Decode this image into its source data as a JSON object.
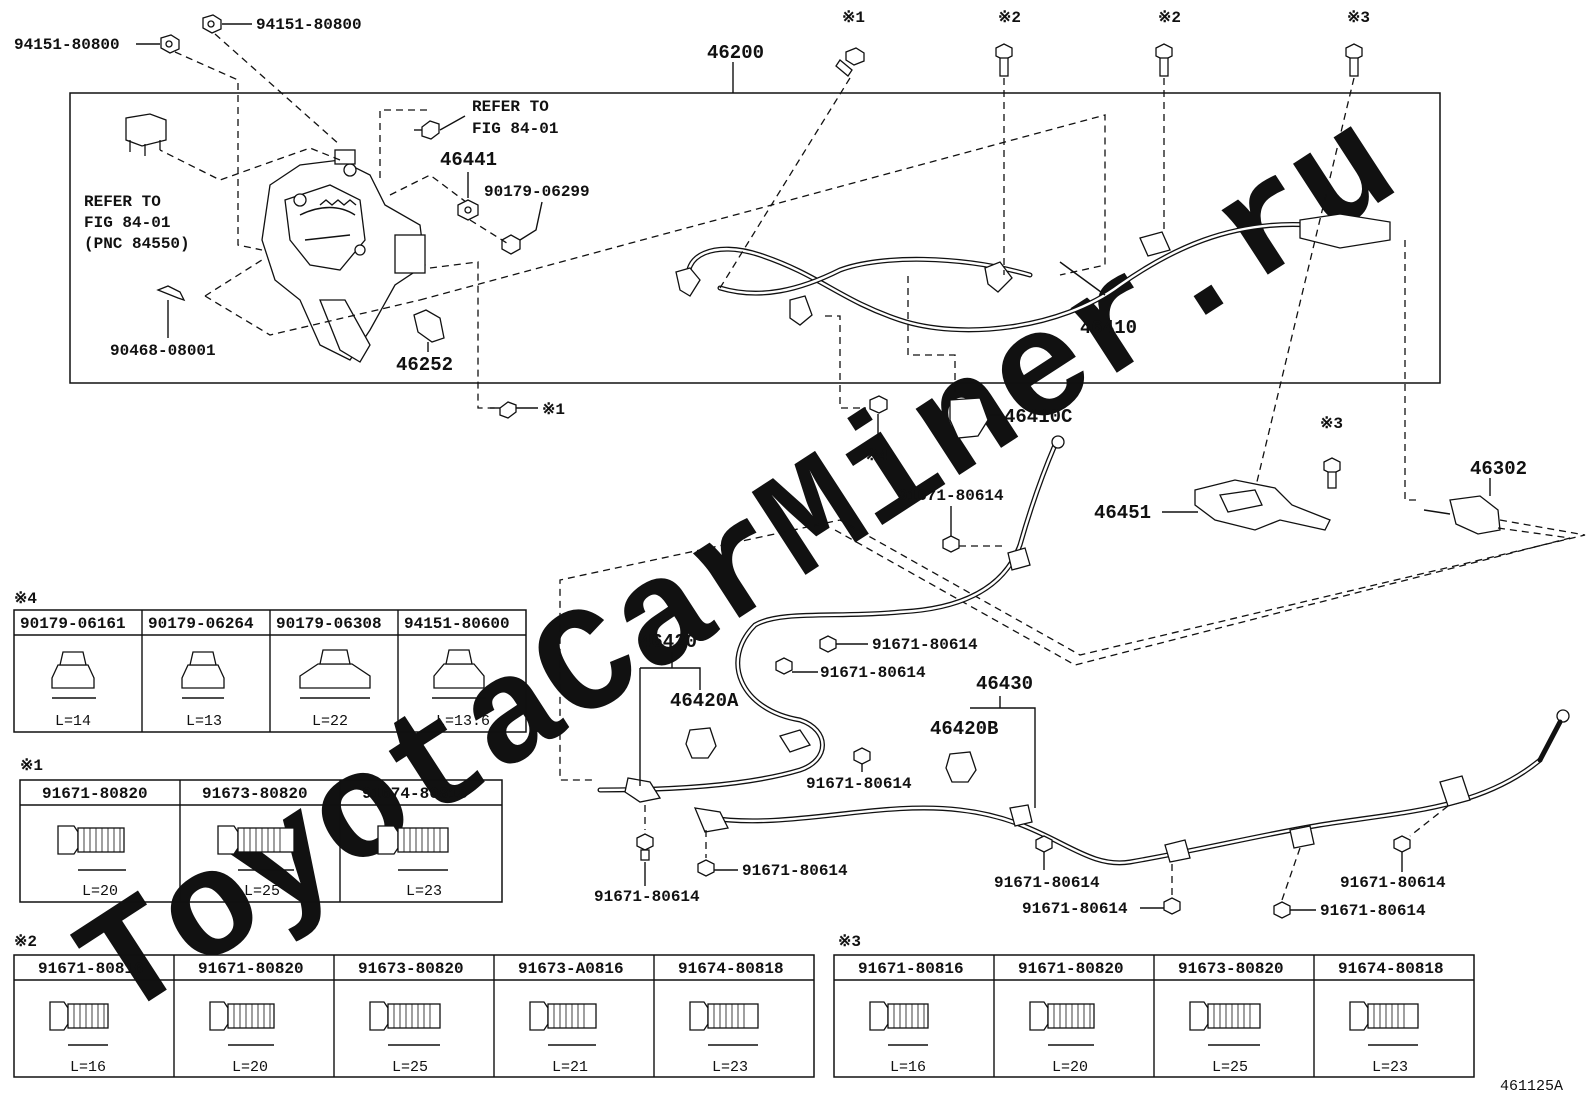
{
  "diagram_code": "461125A",
  "watermark": "ToyotaCarMiner.ru",
  "callouts": {
    "c94151_top": "94151-80800",
    "c94151_left": "94151-80800",
    "c46200": "46200",
    "refer_top_l1": "REFER TO",
    "refer_top_l2": "FIG 84-01",
    "refer_left_l1": "REFER TO",
    "refer_left_l2": "FIG 84-01",
    "refer_left_l3": "(PNC 84550)",
    "c46441": "46441",
    "c90179_06299": "90179-06299",
    "c90468": "90468-08001",
    "c46252": "46252",
    "c46410": "46410",
    "c46410c": "46410C",
    "c46302": "46302",
    "c46451": "46451",
    "c46420": "46420",
    "c46420a": "46420A",
    "c46430": "46430",
    "c46420b": "46420B",
    "m1_a": "※1",
    "m2_a": "※2",
    "m2_b": "※2",
    "m3_a": "※3",
    "m3_b": "※3",
    "m1_b": "※1",
    "m4_a": "※4",
    "b91671_a": "91671-80614",
    "b91671_b": "91671-80614",
    "b91671_c": "91671-80614",
    "b91671_d": "91671-80614",
    "b91671_e": "91671-80614",
    "b91671_f": "91671-80614",
    "b91671_g": "91671-80614",
    "b91671_h": "91671-80614",
    "b91671_i": "91671-80614",
    "b91671_j": "91671-80614"
  },
  "tables": {
    "t4": {
      "marker": "※4",
      "headers": [
        "90179-06161",
        "90179-06264",
        "90179-06308",
        "94151-80600"
      ],
      "lengths": [
        "L=14",
        "L=13",
        "L=22",
        "L=13.6"
      ]
    },
    "t1": {
      "marker": "※1",
      "headers": [
        "91671-80820",
        "91673-80820",
        "91674-80818"
      ],
      "lengths": [
        "L=20",
        "L=25",
        "L=23"
      ]
    },
    "t2": {
      "marker": "※2",
      "headers": [
        "91671-80816",
        "91671-80820",
        "91673-80820",
        "91673-A0816",
        "91674-80818"
      ],
      "lengths": [
        "L=16",
        "L=20",
        "L=25",
        "L=21",
        "L=23"
      ]
    },
    "t3": {
      "marker": "※3",
      "headers": [
        "91671-80816",
        "91671-80820",
        "91673-80820",
        "91674-80818"
      ],
      "lengths": [
        "L=16",
        "L=20",
        "L=25",
        "L=23"
      ]
    }
  }
}
